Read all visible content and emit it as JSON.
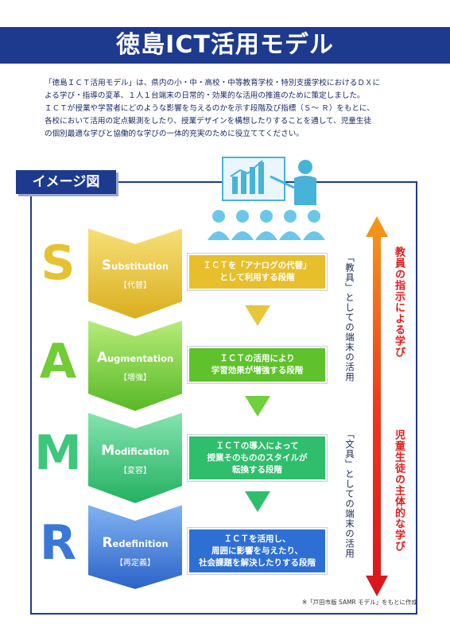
{
  "title": "徳島ICT活用モデル",
  "intro": [
    "「徳島ＩＣＴ活用モデル」は、県内の小・中・高校・中等教育学校・特別支援学校におけるＤＸに",
    "よる学び・指導の変革、１人１台端末の日常的・効果的な活用の推進のために策定しました。",
    "ＩＣＴが授業や学習者にどのような影響を与えるのかを示す段階及び指標（Ｓ～ Ｒ）をもとに、",
    "各校において活用の定点観測をしたり、授業デザインを構想したりすることを通して、児童生徒",
    "の個別最適な学びと協働的な学びの一体的充実のために役立ててください。"
  ],
  "section_label": "イメージ図",
  "colors": {
    "navy": "#1e3a8f",
    "S": "#e8c63a",
    "A": "#7fd43e",
    "M": "#3fcf7f",
    "R": "#3f7fe0",
    "red": "#e01b1b"
  },
  "icons": [
    "teacher-presenting-icon",
    "audience-icon"
  ],
  "stages": [
    {
      "letter": "S",
      "cap": "S",
      "rest": "ubstitution",
      "jp": "【代替】",
      "desc": [
        "ＩＣＴを「アナログの代替」",
        "として利用する段階"
      ]
    },
    {
      "letter": "A",
      "cap": "A",
      "rest": "ugmentation",
      "jp": "【増強】",
      "desc": [
        "ＩＣＴの活用により",
        "学習効果が増強する段階"
      ]
    },
    {
      "letter": "M",
      "cap": "M",
      "rest": "odification",
      "jp": "【変容】",
      "desc": [
        "ＩＣＴの導入によって",
        "授業そのもののスタイルが",
        "転換する段階"
      ]
    },
    {
      "letter": "R",
      "cap": "R",
      "rest": "edefinition",
      "jp": "【再定義】",
      "desc": [
        "ＩＣＴを活用し、",
        "周囲に影響を与えたり、",
        "社会課題を解決したりする段階"
      ]
    }
  ],
  "side_labels": {
    "teacher_tool": "「教具」としての端末の活用",
    "learning_tool": "「文具」としての端末の活用",
    "teacher_led": "教員の指示による学び",
    "student_led": "児童生徒の主体的な学び"
  },
  "footnote": "※「戸田市版 SAMR モデル」をもとに作成"
}
